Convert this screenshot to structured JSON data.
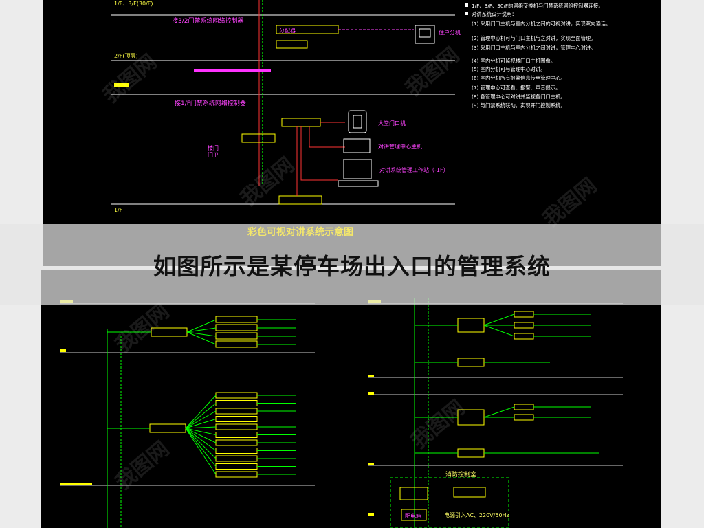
{
  "caption": "如图所示是某停车场出入口的管理系统",
  "diagram_title": "彩色可视对讲系统示意图",
  "watermark": "我图网",
  "top_labels": {
    "floor_top": "1/F、3/F(30/F)",
    "floor_mid": "2/F(顶层)",
    "floor_bottom": "1/F",
    "ctrl1": "接3/2门禁系统网络控制器",
    "ctrl2": "接1/F门禁系统网络控制器",
    "splitter": "分配器",
    "resident": "住户分机",
    "entry_device": "大堂门口机",
    "mgmt_host": "对讲管理中心主机",
    "mgmt_station": "对讲系统管理工作站（-1F）",
    "door": "楼门",
    "guard": "门卫"
  },
  "notes": [
    "1/F、3/F、30/F的网络交换机与门禁系统网络控制器连接。",
    "对讲系统设计说明：",
    "(1) 采用门口主机与室内分机之间的可视对讲，实现双向通话。",
    "(2) 管理中心机可与门口主机与之对讲，实现全面管理。",
    "(3) 采用门口主机与室内分机之间对讲，管理中心对讲。",
    "(4) 室内分机可监视楼门口主机图像。",
    "(5) 室内分机可与管理中心对讲。",
    "(6) 室内分机所有报警信息传至管理中心。",
    "(7) 管理中心可查看、报警、声音提示。",
    "(8) 各管理中心可对讲并监视各门口主机。",
    "(9) 与门禁系统联动，实现开门控制系统。"
  ],
  "bottom_labels": {
    "center": "消防控制室",
    "power": "电源引入AC、220V/50Hz",
    "power_box": "配电箱"
  }
}
